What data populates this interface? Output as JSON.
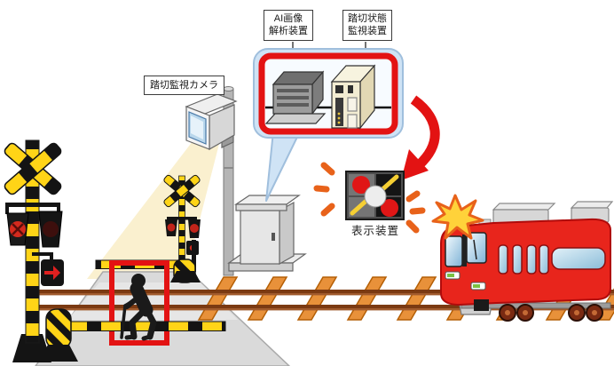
{
  "diagram": {
    "description": "railroad-crossing-ai-monitoring-system-illustration",
    "labels": {
      "ai_device": {
        "line1": "AI画像",
        "line2": "解析装置"
      },
      "status_device": {
        "line1": "踏切状態",
        "line2": "監視装置"
      },
      "camera": "踏切監視カメラ",
      "display": "表示装置"
    },
    "icons": [
      "crossbuck-signal-icon",
      "crossing-gate-icon",
      "pedestrian-icon",
      "detection-box-icon",
      "surveillance-camera-icon",
      "equipment-cabinet-icon",
      "ai-analysis-computer-icon",
      "monitoring-rack-icon",
      "callout-bubble-icon",
      "red-curved-arrow-icon",
      "display-device-icon",
      "flash-dashes-icon",
      "train-icon",
      "alert-starburst-icon",
      "railroad-track-icon"
    ],
    "colors": {
      "alert_red": "#e31313",
      "train_red": "#e8251c",
      "warning_yellow": "#ffd417",
      "tie_orange": "#e8913a",
      "rail_brown": "#7b3a12",
      "bubble_blue": "#cfe3f5",
      "flash_orange": "#e8621a",
      "pavement_gray": "#dadada"
    }
  }
}
